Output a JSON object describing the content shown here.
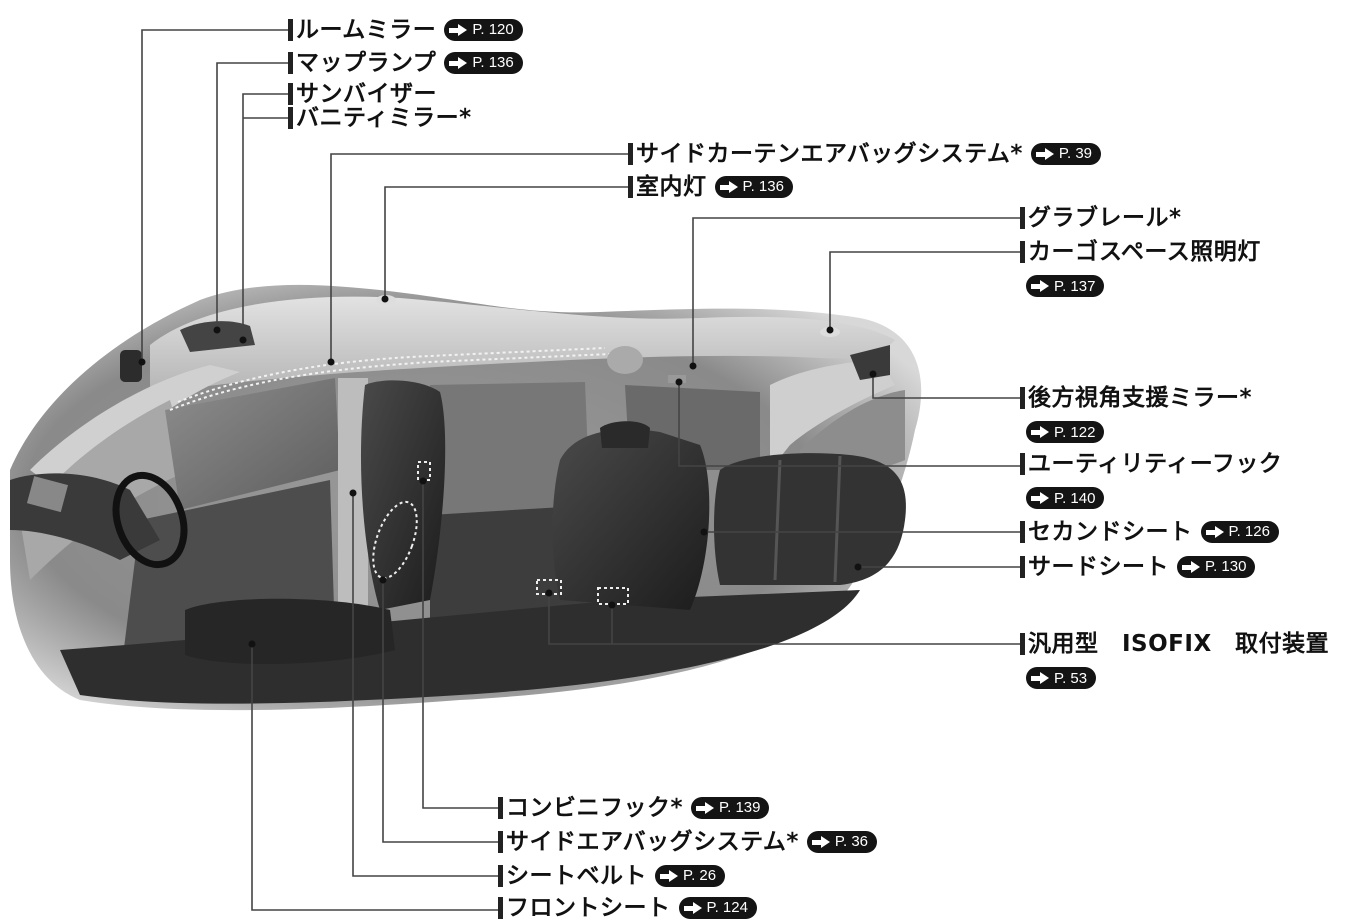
{
  "callouts": [
    {
      "id": "room-mirror",
      "text": "ルームミラー",
      "ref": "P. 120",
      "ref_inline": true
    },
    {
      "id": "map-lamp",
      "text": "マップランプ",
      "ref": "P. 136",
      "ref_inline": true
    },
    {
      "id": "sun-visor",
      "text": "サンバイザー",
      "ref": "",
      "ref_inline": true
    },
    {
      "id": "vanity-mirror",
      "text": "バニティミラー*",
      "ref": "",
      "ref_inline": true
    },
    {
      "id": "side-curtain-airbag",
      "text": "サイドカーテンエアバッグシステム*",
      "ref": "P. 39",
      "ref_inline": true
    },
    {
      "id": "interior-light",
      "text": "室内灯",
      "ref": "P. 136",
      "ref_inline": true
    },
    {
      "id": "grab-rail",
      "text": "グラブレール*",
      "ref": "",
      "ref_inline": true
    },
    {
      "id": "cargo-light",
      "text": "カーゴスペース照明灯",
      "ref": "P. 137",
      "ref_inline": false
    },
    {
      "id": "rear-view-assist-mirror",
      "text": "後方視角支援ミラー*",
      "ref": "P. 122",
      "ref_inline": false
    },
    {
      "id": "utility-hook",
      "text": "ユーティリティーフック",
      "ref": "P. 140",
      "ref_inline": false
    },
    {
      "id": "second-seat",
      "text": "セカンドシート",
      "ref": "P. 126",
      "ref_inline": true
    },
    {
      "id": "third-seat",
      "text": "サードシート",
      "ref": "P. 130",
      "ref_inline": true
    },
    {
      "id": "isofix",
      "text": "汎用型　ISOFIX　取付装置",
      "ref": "P. 53",
      "ref_inline": false
    },
    {
      "id": "convenience-hook",
      "text": "コンビニフック*",
      "ref": "P. 139",
      "ref_inline": true
    },
    {
      "id": "side-airbag",
      "text": "サイドエアバッグシステム*",
      "ref": "P. 36",
      "ref_inline": true
    },
    {
      "id": "seat-belt",
      "text": "シートベルト",
      "ref": "P. 26",
      "ref_inline": true
    },
    {
      "id": "front-seat",
      "text": "フロントシート",
      "ref": "P. 124",
      "ref_inline": true
    }
  ],
  "colors": {
    "line": "#444444",
    "ref_badge": "#141414",
    "cabin_dark": "#2b2b2b",
    "cabin_mid": "#6e6e6e",
    "cabin_light": "#c9c9c9"
  }
}
